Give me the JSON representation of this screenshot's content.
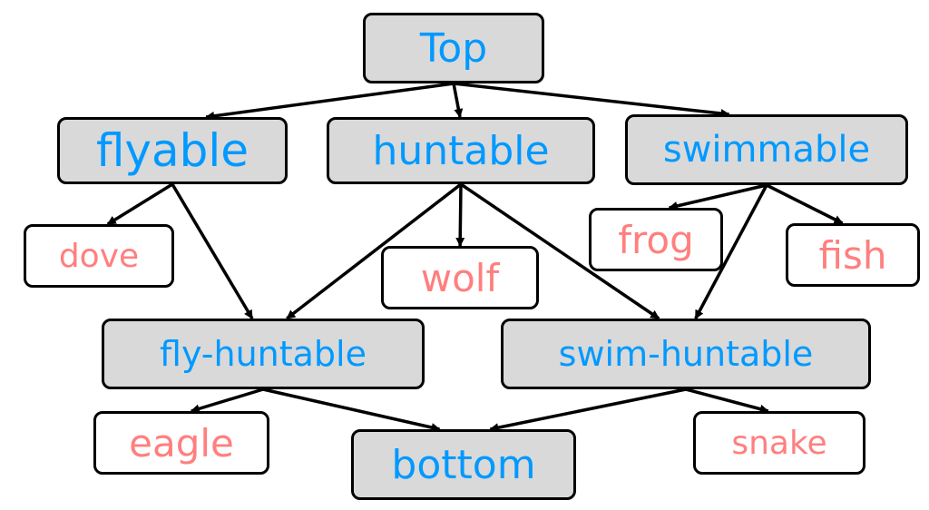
{
  "colors": {
    "type_text": "#0099ff",
    "instance_text": "#ff7f7f",
    "type_fill": "#d9d9d9"
  },
  "nodes": {
    "top": {
      "label": "Top",
      "kind": "type"
    },
    "flyable": {
      "label": "flyable",
      "kind": "type"
    },
    "huntable": {
      "label": "huntable",
      "kind": "type"
    },
    "swimmable": {
      "label": "swimmable",
      "kind": "type"
    },
    "dove": {
      "label": "dove",
      "kind": "instance"
    },
    "wolf": {
      "label": "wolf",
      "kind": "instance"
    },
    "frog": {
      "label": "frog",
      "kind": "instance"
    },
    "fish": {
      "label": "fish",
      "kind": "instance"
    },
    "fly_huntable": {
      "label": "fly-huntable",
      "kind": "type"
    },
    "swim_huntable": {
      "label": "swim-huntable",
      "kind": "type"
    },
    "eagle": {
      "label": "eagle",
      "kind": "instance"
    },
    "bottom": {
      "label": "bottom",
      "kind": "type"
    },
    "snake": {
      "label": "snake",
      "kind": "instance"
    }
  },
  "edges": [
    [
      "top",
      "flyable"
    ],
    [
      "top",
      "huntable"
    ],
    [
      "top",
      "swimmable"
    ],
    [
      "flyable",
      "dove"
    ],
    [
      "flyable",
      "fly_huntable"
    ],
    [
      "huntable",
      "fly_huntable"
    ],
    [
      "huntable",
      "wolf"
    ],
    [
      "huntable",
      "swim_huntable"
    ],
    [
      "swimmable",
      "frog"
    ],
    [
      "swimmable",
      "swim_huntable"
    ],
    [
      "swimmable",
      "fish"
    ],
    [
      "fly_huntable",
      "eagle"
    ],
    [
      "fly_huntable",
      "bottom"
    ],
    [
      "swim_huntable",
      "bottom"
    ],
    [
      "swim_huntable",
      "snake"
    ]
  ]
}
